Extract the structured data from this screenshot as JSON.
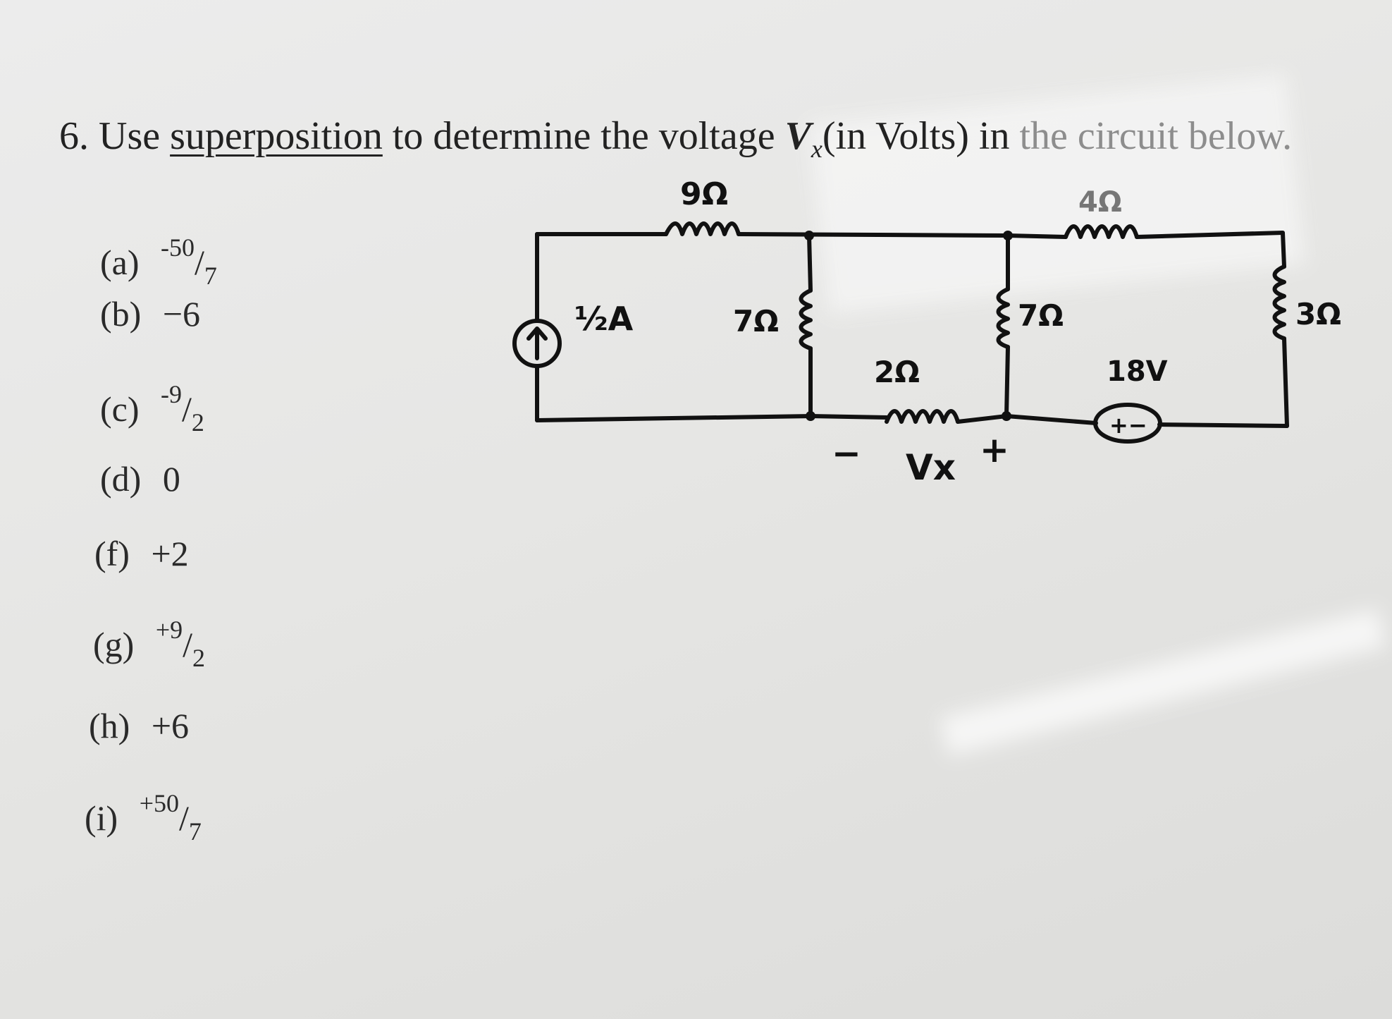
{
  "question": {
    "number": "6.",
    "lead": "Use",
    "keyword": "superposition",
    "middle": "to determine the voltage",
    "variable": "V",
    "variable_sub": "x",
    "unit_text": "(in Volts)",
    "tail_dark": "in",
    "tail_faded": "the circuit below."
  },
  "choices": [
    {
      "label": "(a)",
      "sign": "-",
      "num": "50",
      "den": "7"
    },
    {
      "label": "(b)",
      "value": "−6"
    },
    {
      "label": "(c)",
      "sign": "-",
      "num": "9",
      "den": "2"
    },
    {
      "label": "(d)",
      "value": "0"
    },
    {
      "label": "(f)",
      "value": "+2"
    },
    {
      "label": "(g)",
      "sign": "+",
      "num": "9",
      "den": "2"
    },
    {
      "label": "(h)",
      "value": "+6"
    },
    {
      "label": "(i)",
      "sign": "+",
      "num": "50",
      "den": "7"
    }
  ],
  "circuit": {
    "r_top_left": "9Ω",
    "r_top_right": "4Ω",
    "r_mid_left": "7Ω",
    "r_mid_right": "7Ω",
    "r_right": "3Ω",
    "r_bottom": "2Ω",
    "current_source": "½A",
    "voltage_source": "18V",
    "vs_polarity": "+−",
    "vx_label": "Vx",
    "vx_minus": "−",
    "vx_plus": "+"
  }
}
